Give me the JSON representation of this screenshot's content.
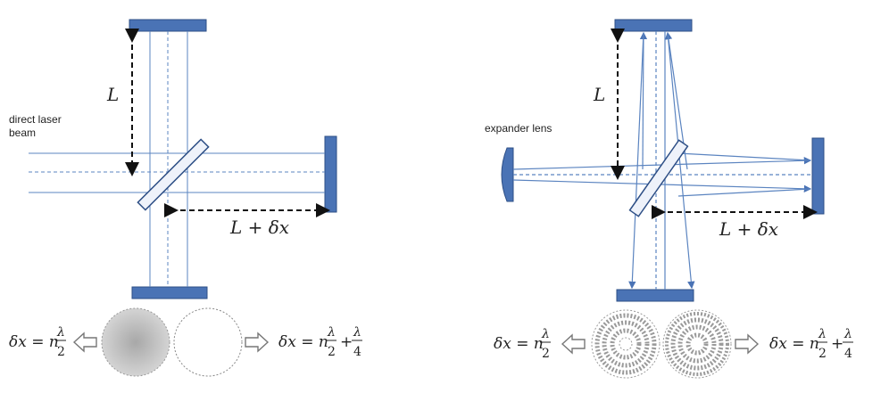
{
  "left_panel": {
    "label_direct_1": "direct laser",
    "label_direct_2": "beam",
    "label_L": "L",
    "label_LdX": "L + δx",
    "formula_left": {
      "lhs": "δx = n",
      "num": "λ",
      "den": "2"
    },
    "formula_right": {
      "lhs": "δx = n",
      "num1": "λ",
      "den1": "2",
      "plus": "+",
      "num2": "λ",
      "den2": "4"
    }
  },
  "right_panel": {
    "label_expander": "expander lens",
    "label_L": "L",
    "label_LdX": "L + δx",
    "formula_left": {
      "lhs": "δx = n",
      "num": "λ",
      "den": "2"
    },
    "formula_right": {
      "lhs": "δx = n",
      "num1": "λ",
      "den1": "2",
      "plus": "+",
      "num2": "λ",
      "den2": "4"
    }
  },
  "colors": {
    "mirror": "#4a73b5",
    "mirror_edge": "#2e4f86",
    "beam": "#5b84c0",
    "arrow": "#111111",
    "pattern": "#9a9a9a"
  }
}
